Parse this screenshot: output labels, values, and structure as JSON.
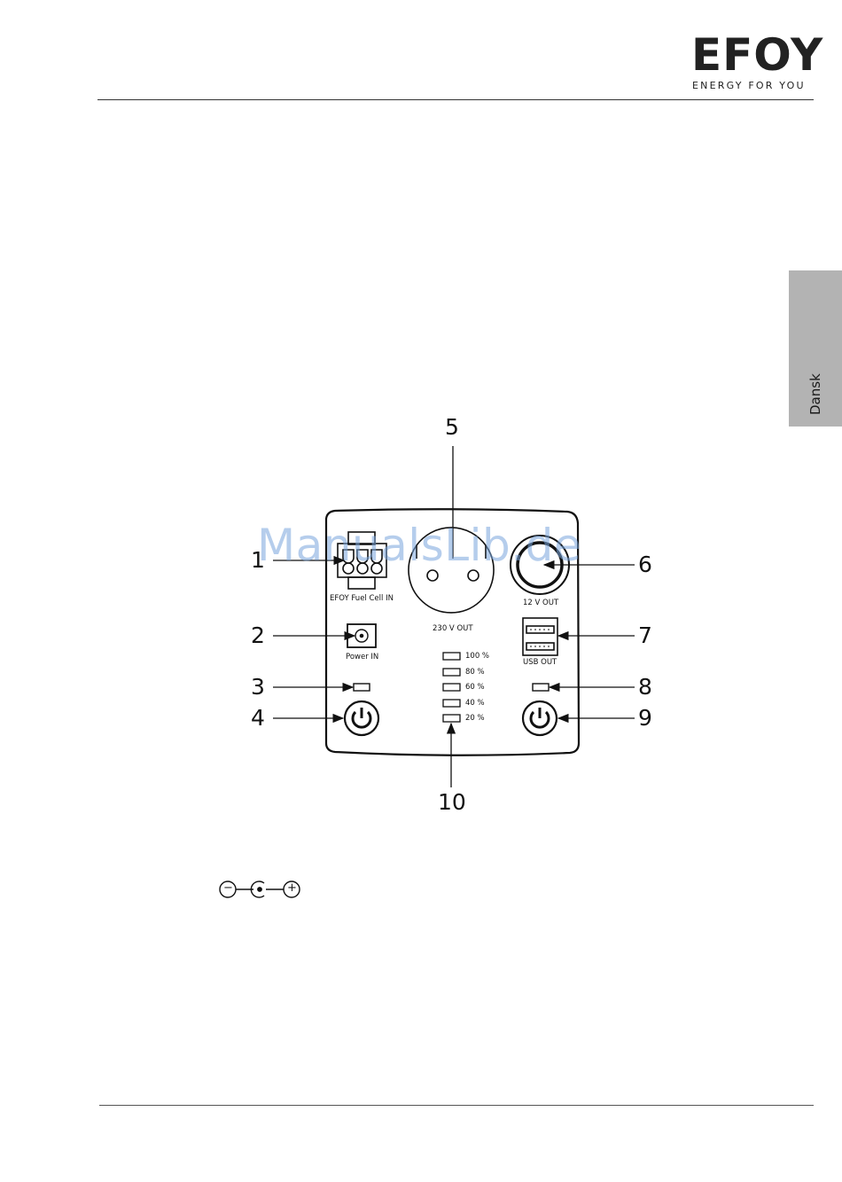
{
  "header": {
    "logo_text": "EFOY",
    "logo_tagline": "ENERGY FOR YOU"
  },
  "side_tab": {
    "language": "Dansk"
  },
  "watermark": "ManualsLib.de",
  "figure": {
    "callouts": [
      "1",
      "2",
      "3",
      "4",
      "5",
      "6",
      "7",
      "8",
      "9",
      "10"
    ],
    "labels": {
      "fuel_cell_in": "EFOY Fuel Cell IN",
      "power_in": "Power IN",
      "out_230v": "230 V OUT",
      "out_12v": "12 V OUT",
      "usb_out": "USB OUT"
    },
    "charge_levels": [
      "100 %",
      "80 %",
      "60 %",
      "40 %",
      "20 %"
    ]
  },
  "polarity_symbol": {
    "minus": "−",
    "plus": "+"
  }
}
